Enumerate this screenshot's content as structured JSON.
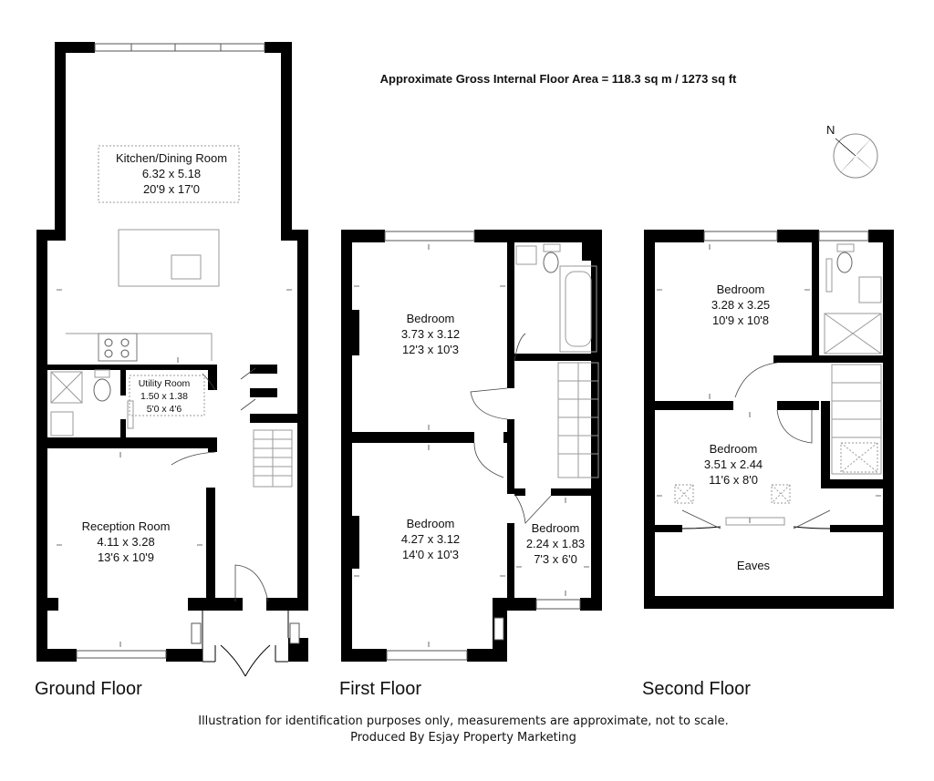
{
  "header": {
    "area_text": "Approximate Gross Internal Floor Area = 118.3 sq m / 1273 sq ft"
  },
  "compass": {
    "label": "N"
  },
  "floors": {
    "ground": {
      "label": "Ground Floor",
      "rooms": {
        "kitchen": {
          "name": "Kitchen/Dining Room",
          "metric": "6.32 x 5.18",
          "imperial": "20'9 x 17'0"
        },
        "utility": {
          "name": "Utility Room",
          "metric": "1.50 x 1.38",
          "imperial": "5'0 x 4'6"
        },
        "reception": {
          "name": "Reception Room",
          "metric": "4.11 x 3.28",
          "imperial": "13'6 x 10'9"
        }
      }
    },
    "first": {
      "label": "First Floor",
      "rooms": {
        "bedroom_rear": {
          "name": "Bedroom",
          "metric": "3.73 x 3.12",
          "imperial": "12'3 x 10'3"
        },
        "bedroom_front": {
          "name": "Bedroom",
          "metric": "4.27 x 3.12",
          "imperial": "14'0 x 10'3"
        },
        "bedroom_small": {
          "name": "Bedroom",
          "metric": "2.24 x 1.83",
          "imperial": "7'3 x 6'0"
        }
      }
    },
    "second": {
      "label": "Second Floor",
      "rooms": {
        "bedroom_rear": {
          "name": "Bedroom",
          "metric": "3.28 x 3.25",
          "imperial": "10'9 x 10'8"
        },
        "bedroom_front": {
          "name": "Bedroom",
          "metric": "3.51 x 2.44",
          "imperial": "11'6 x 8'0"
        },
        "eaves": {
          "name": "Eaves"
        }
      }
    }
  },
  "footer": {
    "disclaimer": "Illustration for identification purposes only, measurements are approximate, not to scale.",
    "producer": "Produced By Esjay Property Marketing"
  }
}
